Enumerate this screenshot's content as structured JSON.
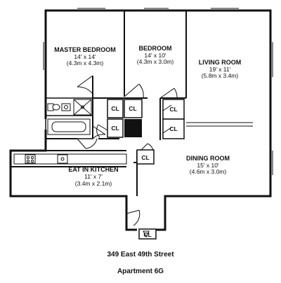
{
  "rooms": {
    "master_bedroom": {
      "name": "MASTER BEDROOM",
      "dim_imperial": "14' x 14'",
      "dim_metric": "(4.3m x 4.3m)"
    },
    "bedroom": {
      "name": "BEDROOM",
      "dim_imperial": "14' x 10'",
      "dim_metric": "(4.3m x 3.0m)"
    },
    "living_room": {
      "name": "LIVING ROOM",
      "dim_imperial": "19' x 11'",
      "dim_metric": "(5.8m x 3.4m)"
    },
    "dining_room": {
      "name": "DINING ROOM",
      "dim_imperial": "15' x 10'",
      "dim_metric": "(4.6m x 3.0m)"
    },
    "kitchen": {
      "name": "EAT IN KITCHEN",
      "dim_imperial": "11' x 7'",
      "dim_metric": "(3.4m x 2.1m)"
    }
  },
  "closet_label": "CL",
  "address": "349 East 49th Street",
  "unit": "Apartment 6G",
  "colors": {
    "wall": "#111111",
    "background": "#ffffff"
  }
}
